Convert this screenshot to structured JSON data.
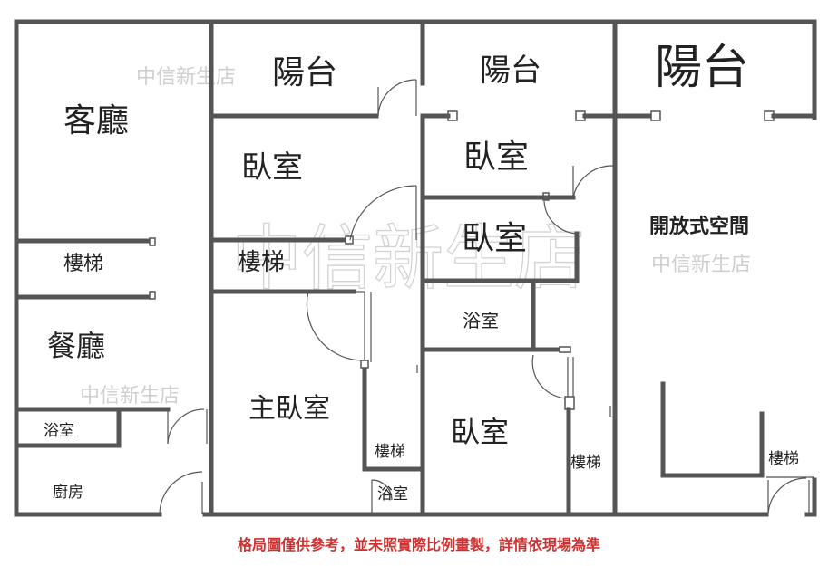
{
  "rooms": {
    "living_room": "客廳",
    "stairs_1": "樓梯",
    "dining_room": "餐廳",
    "bath_1": "浴室",
    "kitchen": "廚房",
    "balcony_2": "陽台",
    "bedroom_2a": "臥室",
    "stairs_2": "樓梯",
    "master_bedroom": "主臥室",
    "stairs_2b": "樓梯",
    "bath_2": "浴室",
    "balcony_3": "陽台",
    "bedroom_3a": "臥室",
    "bedroom_3b": "臥室",
    "bath_3": "浴室",
    "bedroom_3c": "臥室",
    "stairs_3": "樓梯",
    "balcony_4": "陽台",
    "open_space": "開放式空間",
    "stairs_4": "樓梯"
  },
  "watermark": {
    "small": "中信新生店",
    "large": "中信新生店"
  },
  "disclaimer": "格局圖僅供參考，並未照實際比例畫製，詳情依現場為準",
  "colors": {
    "wall": "#555555",
    "disclaimer": "#d0302f",
    "watermark": "#cfcfcf"
  }
}
